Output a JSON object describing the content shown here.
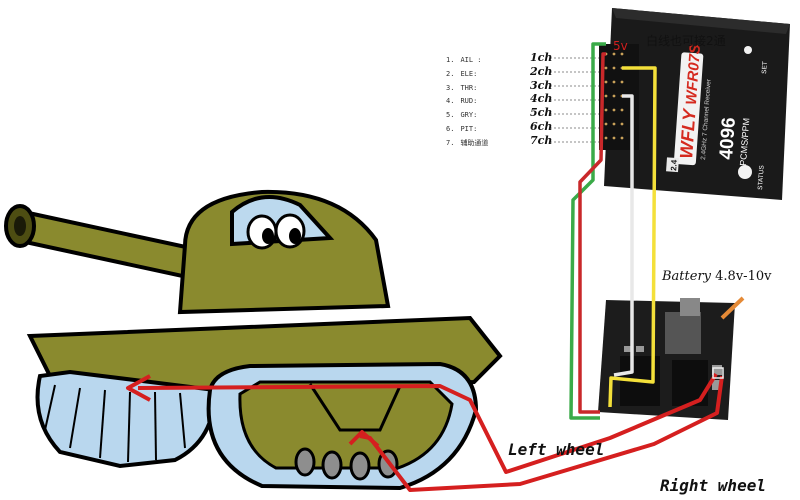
{
  "channels": [
    {
      "num": "1.",
      "name": "AIL :",
      "id": "1ch"
    },
    {
      "num": "2.",
      "name": "ELE:",
      "id": "2ch"
    },
    {
      "num": "3.",
      "name": "THR:",
      "id": "3ch"
    },
    {
      "num": "4.",
      "name": "RUD:",
      "id": "4ch"
    },
    {
      "num": "5.",
      "name": "GRY:",
      "id": "5ch"
    },
    {
      "num": "6.",
      "name": "PIT:",
      "id": "6ch"
    },
    {
      "num": "7.",
      "name": "辅助通道",
      "id": "7ch"
    }
  ],
  "receiver": {
    "brand": "WFLY",
    "model": "WFR07S",
    "band_tag": "2.4",
    "subtitle": "2.4GHz 7 Channel Receiver",
    "code": "4096",
    "mode": "PCMS/PPM",
    "set_label": "SET",
    "status_label": "STATUS",
    "note": "白线也可接2通",
    "power_label": "5v"
  },
  "battery": {
    "label": "Battery",
    "range": "4.8v-10v"
  },
  "wheels": {
    "left": "Left wheel",
    "right": "Right wheel"
  },
  "colors": {
    "wire_red": "#c9282a",
    "wire_green": "#3aaa48",
    "wire_yellow": "#f4e03a",
    "wire_white": "#e8e8e8",
    "arrow_red": "#d51f1f",
    "tank_olive": "#8a8a2e",
    "tank_tread": "#b9d7ee"
  }
}
